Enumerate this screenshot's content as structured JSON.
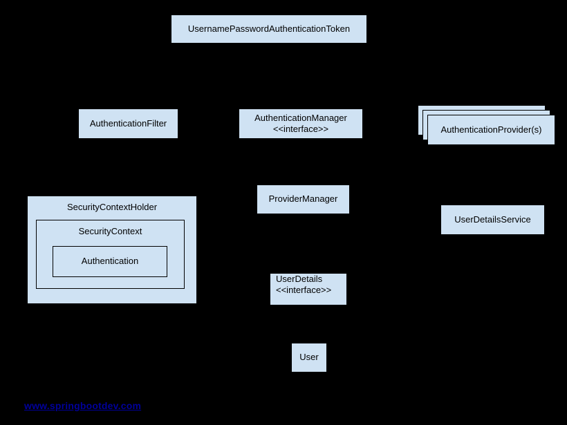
{
  "diagram": {
    "title_node": "UsernamePasswordAuthenticationToken",
    "nodes": {
      "token": "UsernamePasswordAuthenticationToken",
      "filter": "AuthenticationFilter",
      "auth_manager_line1": "AuthenticationManager",
      "auth_manager_line2": "<<interface>>",
      "provider": "AuthenticationProvider(s)",
      "provider_manager": "ProviderManager",
      "user_details_service": "UserDetailsService",
      "security_context_holder": "SecurityContextHolder",
      "security_context": "SecurityContext",
      "authentication": "Authentication",
      "user_details_line1": "UserDetails",
      "user_details_line2": "<<interface>>",
      "user": "User"
    },
    "colors": {
      "background": "#000000",
      "box_fill": "#cfe2f3",
      "box_border": "#000000",
      "text": "#000000",
      "link": "#00009b"
    }
  },
  "footer": {
    "link": "www.springbootdev.com"
  }
}
